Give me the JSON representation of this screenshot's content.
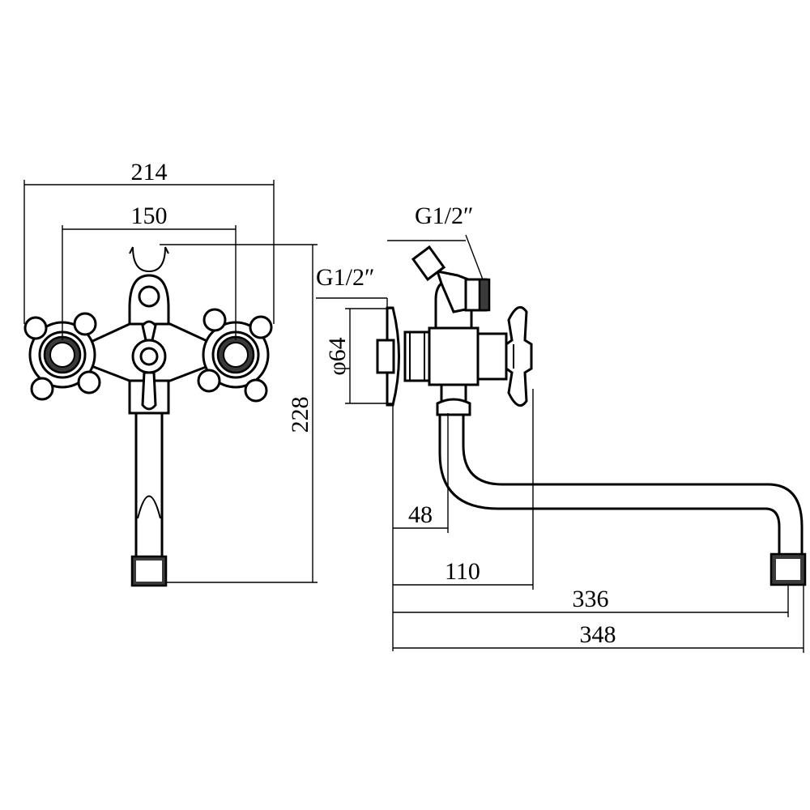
{
  "dimensions": {
    "overall_width": "214",
    "handle_spacing": "150",
    "height": "228",
    "thread_left": "G1/2″",
    "thread_top": "G1/2″",
    "flange_diameter": "φ64",
    "body_offset": "48",
    "spout_drop_offset": "110",
    "spout_reach": "336",
    "total_reach": "348"
  },
  "colors": {
    "line": "#000000",
    "fill": "#ffffff",
    "dark_fill": "#3a3a3a"
  }
}
